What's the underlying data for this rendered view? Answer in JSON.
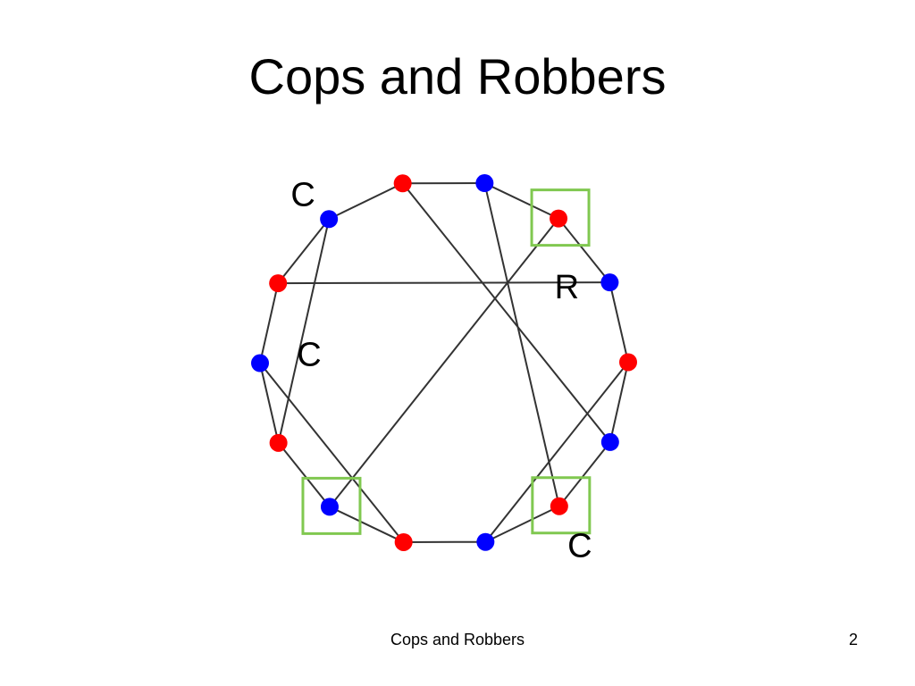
{
  "slide": {
    "title": "Cops and Robbers",
    "footer_text": "Cops and Robbers",
    "page_number": "2"
  },
  "colors": {
    "red_vertex": "#ff0000",
    "blue_vertex": "#0000ff",
    "edge": "#333333",
    "highlight_box": "#80c850"
  },
  "graph": {
    "vertex_colors": [
      "red",
      "blue",
      "red",
      "blue",
      "red",
      "blue",
      "red",
      "blue",
      "red",
      "blue",
      "red",
      "blue",
      "red",
      "blue"
    ],
    "cycle_edges": [
      [
        0,
        1
      ],
      [
        1,
        2
      ],
      [
        2,
        3
      ],
      [
        3,
        4
      ],
      [
        4,
        5
      ],
      [
        5,
        6
      ],
      [
        6,
        7
      ],
      [
        7,
        8
      ],
      [
        8,
        9
      ],
      [
        9,
        10
      ],
      [
        10,
        11
      ],
      [
        11,
        12
      ],
      [
        12,
        13
      ],
      [
        13,
        0
      ]
    ],
    "chord_edges": [
      [
        0,
        9
      ],
      [
        1,
        4
      ],
      [
        2,
        11
      ],
      [
        3,
        6
      ],
      [
        5,
        12
      ],
      [
        7,
        10
      ],
      [
        8,
        13
      ]
    ],
    "highlighted_vertices": [
      5,
      8,
      12
    ],
    "labels": [
      {
        "text": "C",
        "vertex": 1
      },
      {
        "text": "C",
        "vertex": 3
      },
      {
        "text": "R",
        "vertex": 11
      },
      {
        "text": "C",
        "vertex": 8
      }
    ]
  }
}
